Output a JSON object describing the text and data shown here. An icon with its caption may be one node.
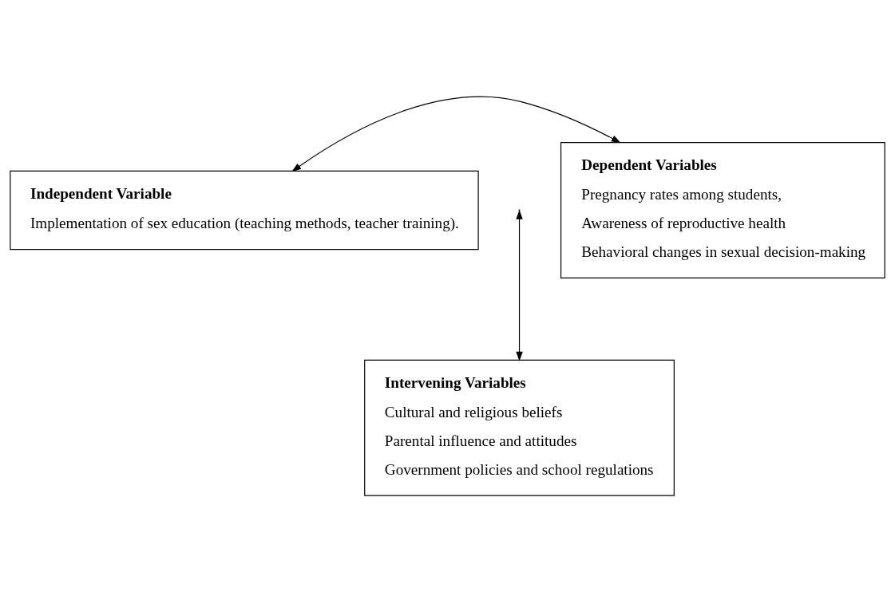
{
  "diagram": {
    "nodes": [
      {
        "text": [
          "Independent Variable",
          "Implementation of sex education (teaching methods, teacher training)."
        ]
      },
      {
        "text": [
          "Dependent Variables",
          "Pregnancy rates among students,",
          "Awareness of reproductive health",
          "Behavioral changes in sexual decision-making"
        ]
      },
      {
        "text": [
          "Intervening Variables",
          "Cultural and religious beliefs",
          "Parental influence and attitudes",
          "Government policies and school regulations"
        ]
      }
    ],
    "edges": [
      {
        "from": 0,
        "to": 1,
        "arrow": "both"
      },
      {
        "from": null,
        "to": 2,
        "arrow": "both"
      }
    ]
  }
}
